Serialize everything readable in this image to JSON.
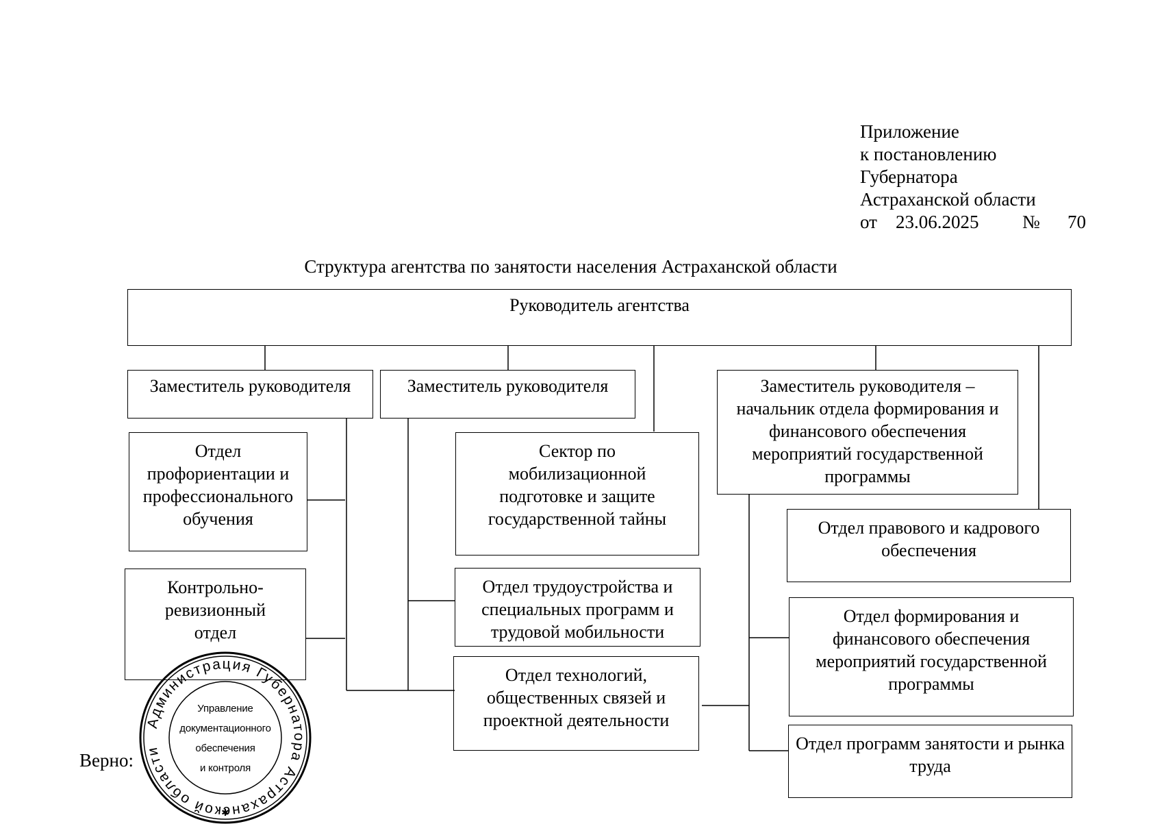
{
  "header": {
    "lines": [
      "Приложение",
      "к постановлению",
      "Губернатора",
      "Астраханской области"
    ],
    "date_prefix": "от",
    "date": "23.06.2025",
    "number_sign": "№",
    "number": "70"
  },
  "title": "Структура агентства по занятости населения Астраханской области",
  "nodes": {
    "head": "Руководитель агентства",
    "deputy_1": "Заместитель руководителя",
    "deputy_2": "Заместитель руководителя",
    "deputy_3": "Заместитель руководителя – начальник отдела формирования и финансового обеспечения мероприятий государственной программы",
    "dept_career": "Отдел профориентации и профессионального обучения",
    "dept_audit": "Контрольно-ревизионный отдел",
    "sector_mobilization": "Сектор по мобилизационной подготовке и защите государственной тайны",
    "dept_employment": "Отдел трудоустройства и специальных программ и трудовой мобильности",
    "dept_technology": "Отдел технологий, общественных связей и проектной деятельности",
    "dept_legal": "Отдел правового и кадрового обеспечения",
    "dept_finance": "Отдел формирования и финансового обеспечения мероприятий государственной программы",
    "dept_programs": "Отдел программ занятости и рынка труда"
  },
  "footer": {
    "verno": "Верно:",
    "seal_ring_text": "Администрация Губернатора Астраханской области",
    "seal_center_lines": [
      "Управление",
      "документационного",
      "обеспечения",
      "и контроля"
    ]
  }
}
